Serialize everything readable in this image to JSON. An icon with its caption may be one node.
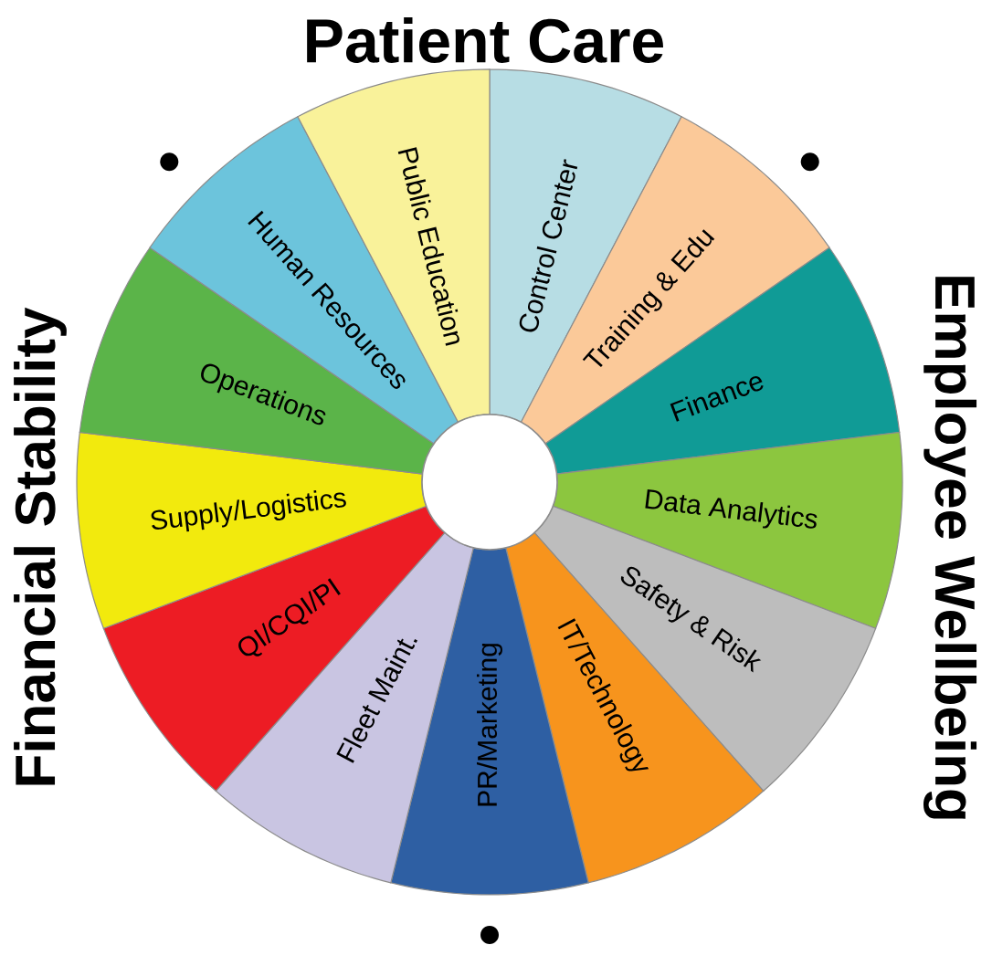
{
  "diagram": {
    "nodes": [
      {
        "text": [
          "Control Center"
        ]
      },
      {
        "text": [
          "Training & Edu"
        ]
      },
      {
        "text": [
          "Finance"
        ]
      },
      {
        "text": [
          "Data Analytics"
        ]
      },
      {
        "text": [
          "Safety & Risk"
        ]
      },
      {
        "text": [
          "IT/Technology"
        ]
      },
      {
        "text": [
          "PR/Marketing"
        ]
      },
      {
        "text": [
          "Fleet Maint."
        ]
      },
      {
        "text": [
          "QI/CQI/PI"
        ]
      },
      {
        "text": [
          "Supply/Logistics"
        ]
      },
      {
        "text": [
          "Operations"
        ]
      },
      {
        "text": [
          "Human Resources"
        ]
      },
      {
        "text": [
          "Public Education"
        ]
      },
      {
        "text": [],
        "shape": "circle"
      }
    ],
    "labels": [
      "Patient Care",
      "Employee Wellbeing",
      "Financial Stability"
    ]
  }
}
